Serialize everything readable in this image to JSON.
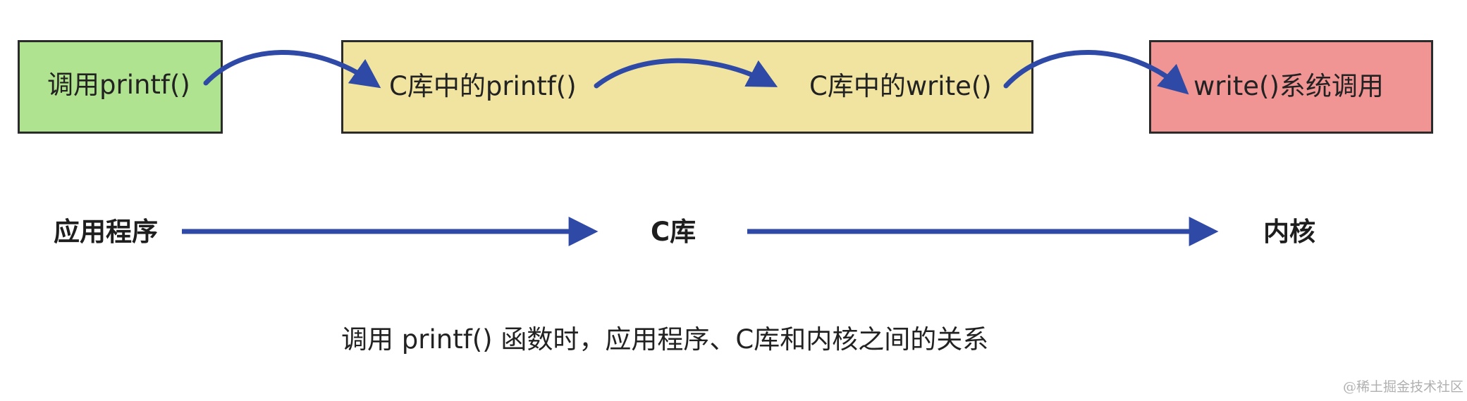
{
  "boxes": {
    "app_call": "调用printf()",
    "clib_printf": "C库中的printf()",
    "clib_write": "C库中的write()",
    "kernel_syscall": "write()系统调用"
  },
  "layers": {
    "app": "应用程序",
    "clib": "C库",
    "kernel": "内核"
  },
  "caption": "调用 printf() 函数时，应用程序、C库和内核之间的关系",
  "watermark": "@稀土掘金技术社区",
  "colors": {
    "app_box": "#b0e38f",
    "clib_box": "#f0e4a0",
    "kernel_box": "#f09494",
    "arrow": "#2f4aa6",
    "border": "#2b2b2b"
  }
}
